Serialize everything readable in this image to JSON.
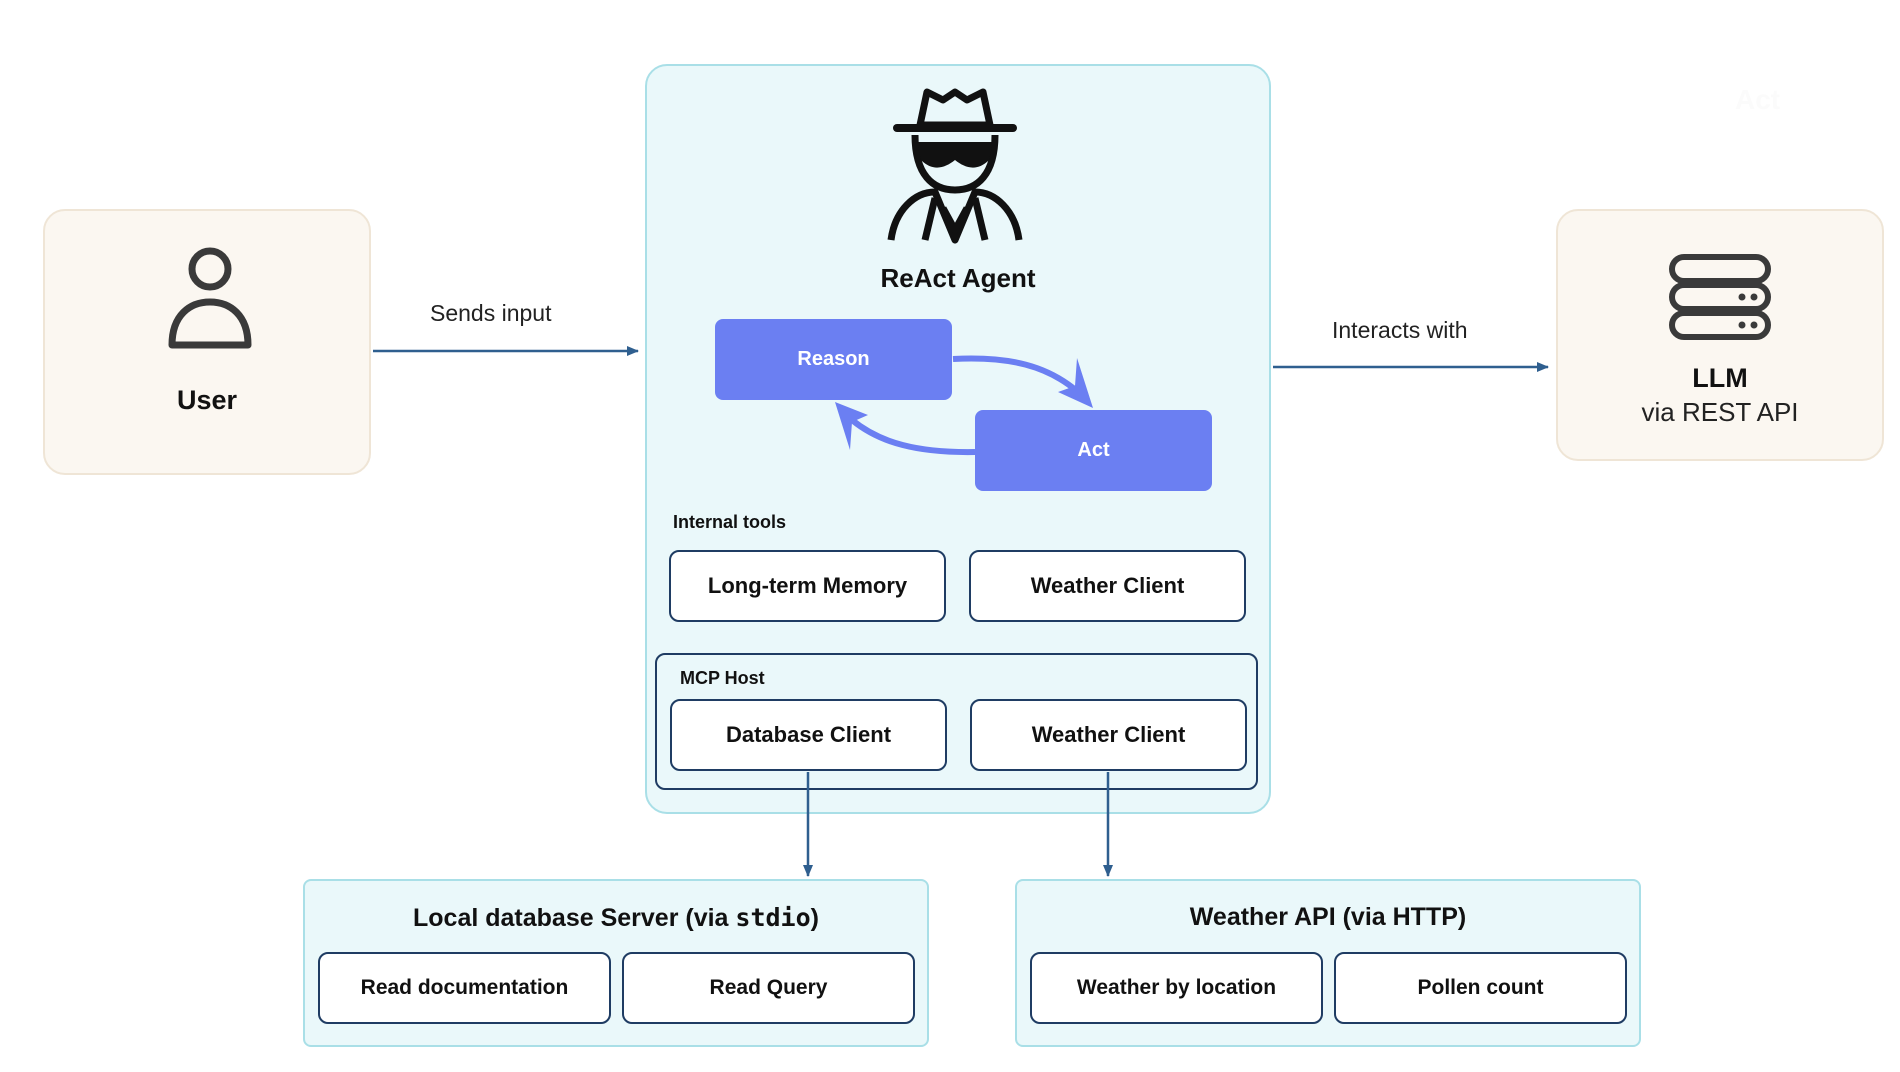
{
  "user": {
    "label": "User",
    "icon": "user-icon"
  },
  "edges": {
    "sends_input": "Sends input",
    "interacts_with": "Interacts with"
  },
  "agent": {
    "title": "ReAct Agent",
    "icon": "agent-icon",
    "reason_label": "Reason",
    "act_label": "Act",
    "internal_tools_label": "Internal tools",
    "internal_tools": [
      "Long-term Memory",
      "Weather Client"
    ],
    "mcp_host_label": "MCP Host",
    "mcp_clients": [
      "Database Client",
      "Weather Client"
    ]
  },
  "llm": {
    "title": "LLM",
    "subtitle": "via REST API",
    "icon": "server-stack-icon"
  },
  "ghost_label": "Act",
  "servers": [
    {
      "title_prefix": "Local database Server (via ",
      "title_code": "stdio",
      "title_suffix": ")",
      "tools": [
        "Read documentation",
        "Read Query"
      ]
    },
    {
      "title": "Weather API (via HTTP)",
      "tools": [
        "Weather by location",
        "Pollen count"
      ]
    }
  ],
  "colors": {
    "accent_purple": "#6b7ff2",
    "navy_border": "#1f3c63",
    "arrow_blue": "#2f5f8f",
    "panel_cool": "#eaf8fa",
    "panel_warm": "#fbf7f1"
  }
}
